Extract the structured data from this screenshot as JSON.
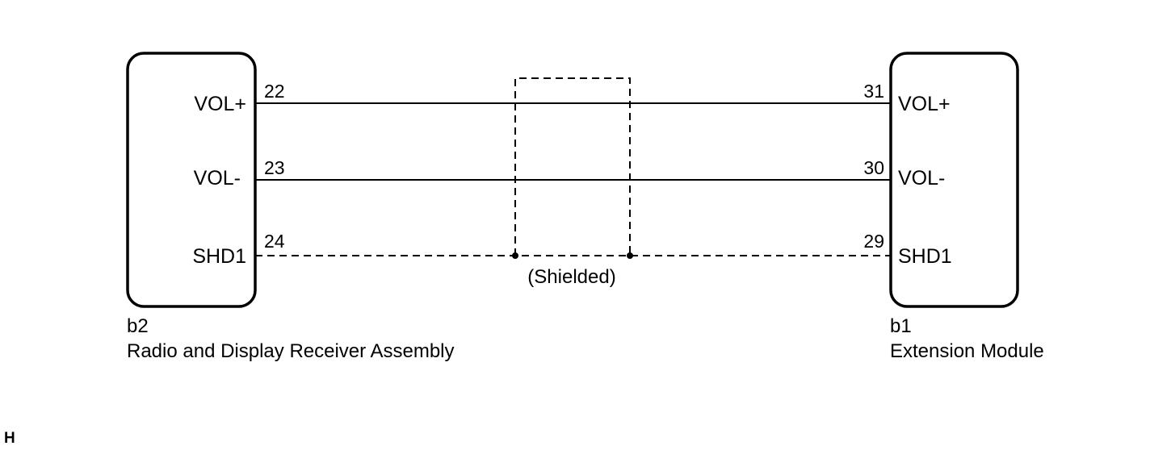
{
  "left_component": {
    "code": "b2",
    "name": "Radio and Display Receiver Assembly",
    "terminals": [
      {
        "signal": "VOL+",
        "pin": "22"
      },
      {
        "signal": "VOL-",
        "pin": "23"
      },
      {
        "signal": "SHD1",
        "pin": "24"
      }
    ]
  },
  "right_component": {
    "code": "b1",
    "name": "Extension Module",
    "terminals": [
      {
        "signal": "VOL+",
        "pin": "31"
      },
      {
        "signal": "VOL-",
        "pin": "30"
      },
      {
        "signal": "SHD1",
        "pin": "29"
      }
    ]
  },
  "shield_label": "(Shielded)",
  "corner_mark": "H"
}
